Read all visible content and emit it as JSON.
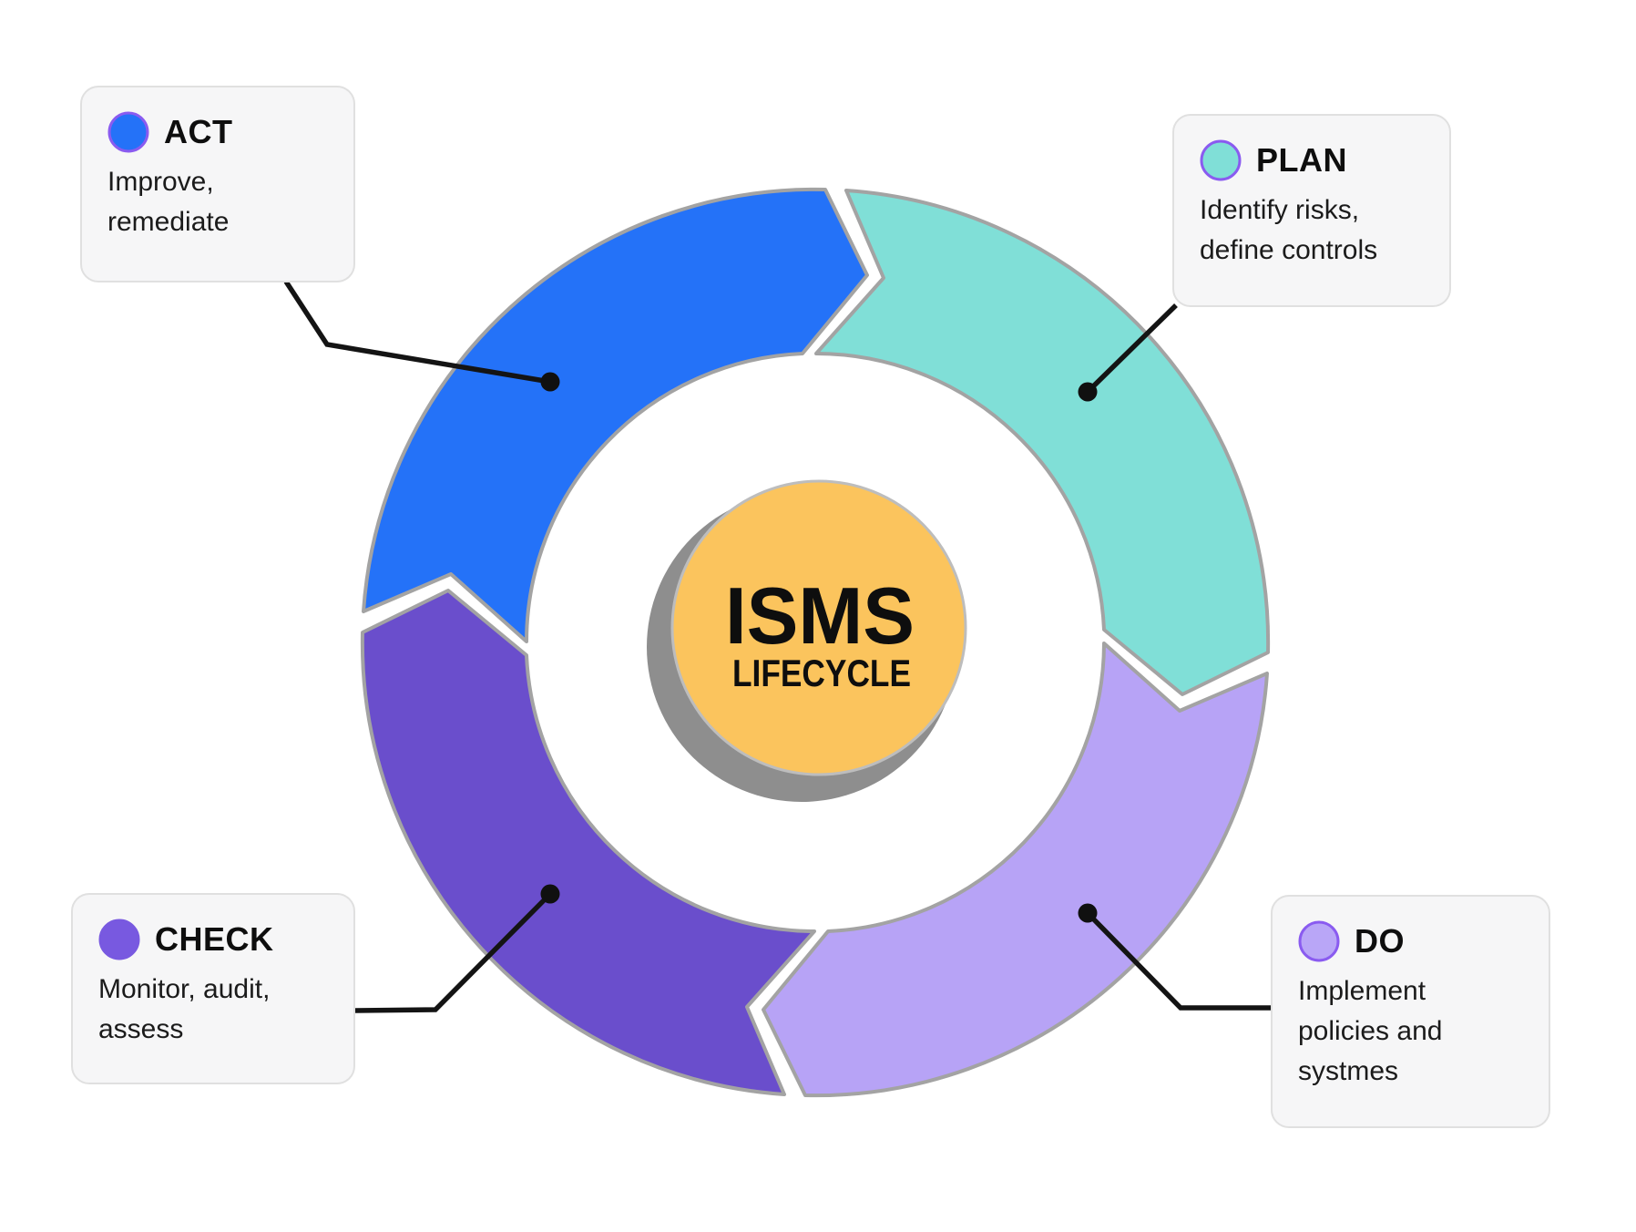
{
  "page": {
    "background": "#ffffff"
  },
  "center": {
    "title": "ISMS",
    "subtitle": "LIFECYCLE",
    "circle_color": "#FBC45D",
    "circle_edge": "#BDBDBD",
    "shadow_color": "#8E8E8E",
    "text_color": "#0E0E0E"
  },
  "ring": {
    "outline_color": "#A3A3A3",
    "segments": {
      "plan": {
        "color": "#80DFD7"
      },
      "do": {
        "color": "#B7A3F6"
      },
      "check": {
        "color": "#6A4ECC"
      },
      "act": {
        "color": "#2472F8"
      }
    }
  },
  "connectors": {
    "line_color": "#141414",
    "dot_color": "#101010"
  },
  "cards": {
    "act": {
      "label": "ACT",
      "description": "Improve,\nremediate",
      "dot_color": "#2472F8",
      "dot_border": "#8A5BF0"
    },
    "plan": {
      "label": "PLAN",
      "description": "Identify risks,\ndefine controls",
      "dot_color": "#80DFD7",
      "dot_border": "#8A5BF0"
    },
    "check": {
      "label": "CHECK",
      "description": "Monitor, audit,\nassess",
      "dot_color": "#7859E0",
      "dot_border": "#7859E0"
    },
    "do": {
      "label": "DO",
      "description": "Implement\npolicies and\nsystmes",
      "dot_color": "#B9A6F7",
      "dot_border": "#8A5BF0"
    }
  }
}
